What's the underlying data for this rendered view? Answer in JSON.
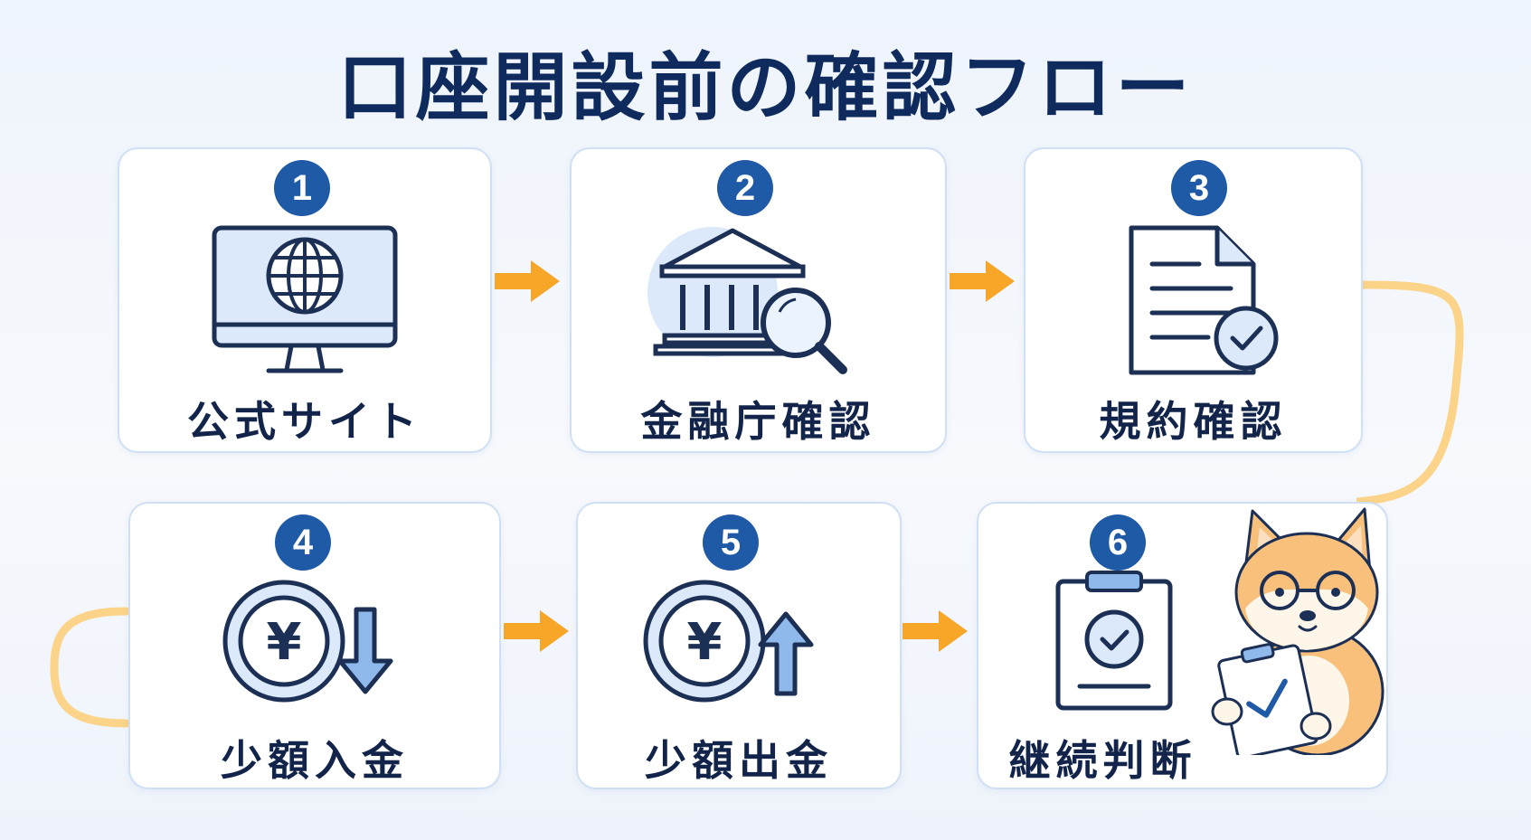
{
  "title": "口座開設前の確認フロー",
  "steps": [
    {
      "number": "1",
      "label": "公式サイト"
    },
    {
      "number": "2",
      "label": "金融庁確認"
    },
    {
      "number": "3",
      "label": "規約確認"
    },
    {
      "number": "4",
      "label": "少額入金"
    },
    {
      "number": "5",
      "label": "少額出金"
    },
    {
      "number": "6",
      "label": "継続判断"
    }
  ],
  "icons": {
    "step1": "monitor-globe-icon",
    "step2": "bank-magnifier-icon",
    "step3": "document-check-icon",
    "step4": "yen-coin-down-icon",
    "step5": "yen-coin-up-icon",
    "step6": "clipboard-check-icon"
  },
  "colors": {
    "title": "#0f2a5c",
    "badge": "#1f5aa6",
    "arrow": "#f7a628",
    "connector": "#fbd48a",
    "icon_stroke": "#1c2f55",
    "icon_fill": "#dce9fa"
  }
}
